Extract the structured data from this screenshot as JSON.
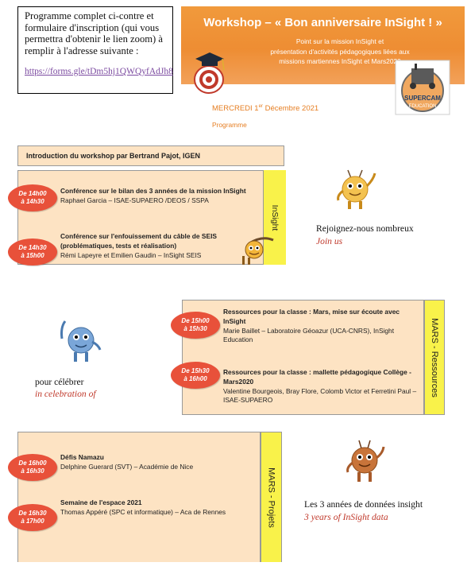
{
  "info": {
    "text": "Programme complet ci-contre et formulaire d'inscription (qui vous permettra d'obtenir le lien zoom) à remplir à l'adresse suivante :",
    "link": "https://forms.gle/tDm5hj1QWQyfAdJh8"
  },
  "header": {
    "title": "Workshop – « Bon anniversaire InSight ! »",
    "subtitle_lines": [
      "Point sur la mission InSight et",
      "présentation d'activités pédagogiques liées aux",
      "missions martiennes InSight et Mars2020"
    ],
    "date_prefix": "MERCREDI 1",
    "date_sup": "er",
    "date_suffix": " Décembre 2021",
    "programme": "Programme",
    "supercam_label": "SUPERCAM",
    "education_label": "EDUCATION"
  },
  "intro": "Introduction du workshop par Bertrand Pajot, IGEN",
  "sections": {
    "insight": {
      "label": "InSight",
      "items": [
        {
          "time1": "De 14h00",
          "time2": "à 14h30",
          "title": "Conférence sur le bilan des 3 années de la mission InSight",
          "lines": [
            "Raphael Garcia – ISAE-SUPAERO /DEOS / SSPA"
          ]
        },
        {
          "time1": "De 14h30",
          "time2": "à 15h00",
          "title": "Conférence sur l'enfouissement du câble de SEIS (problématiques, tests et réalisation)",
          "lines": [
            "Rémi Lapeyre et Emilien Gaudin – InSight SEIS"
          ]
        }
      ]
    },
    "mars_ressources": {
      "label": "MARS - Ressources",
      "items": [
        {
          "time1": "De 15h00",
          "time2": "à 15h30",
          "title": "Ressources pour la classe : Mars, mise sur écoute avec InSight",
          "lines": [
            "Marie Baillet – Laboratoire Géoazur (UCA-CNRS), InSight Education"
          ]
        },
        {
          "time1": "De 15h30",
          "time2": "à 16h00",
          "title": "Ressources pour la classe : mallette pédagogique Collège - Mars2020",
          "lines": [
            "Valentine Bourgeois, Bray Flore, Colomb Victor et Ferretini Paul – ISAE-SUPAERO"
          ]
        }
      ]
    },
    "mars_projets": {
      "label": "MARS - Projets",
      "items": [
        {
          "time1": "De 16h00",
          "time2": "à 16h30",
          "title": "Défis Namazu",
          "lines": [
            "Delphine Guerard (SVT) – Académie de Nice"
          ]
        },
        {
          "time1": "De 16h30",
          "time2": "à 17h00",
          "title": "Semaine de l'espace 2021",
          "lines": [
            "Thomas Appéré (SPC et informatique) – Aca de Rennes"
          ]
        }
      ]
    }
  },
  "captions": {
    "join_fr": "Rejoignez-nous nombreux",
    "join_en": "Join us",
    "celebrate_fr": "pour célébrer",
    "celebrate_en": "in celebration of",
    "data_fr": "Les 3 années de données insight",
    "data_en": "3 years of InSight data"
  },
  "colors": {
    "banner": "#ee8d33",
    "section_bg": "#fde3c3",
    "label_bar": "#f9f24a",
    "time_badge": "#e8513a",
    "caption_en": "#c0392b"
  }
}
